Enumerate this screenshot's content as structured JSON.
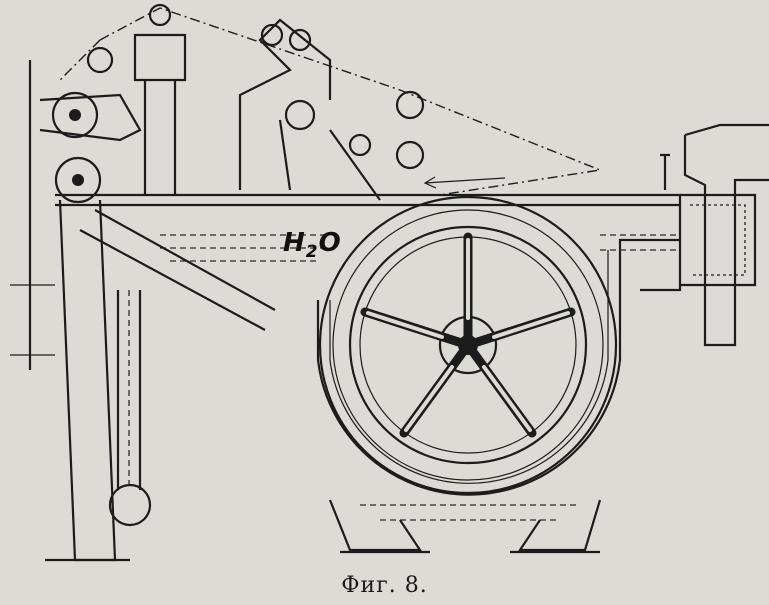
{
  "figure": {
    "label": {
      "main": "H",
      "sub": "2",
      "end": "O"
    },
    "caption": "Фиг. 8."
  }
}
